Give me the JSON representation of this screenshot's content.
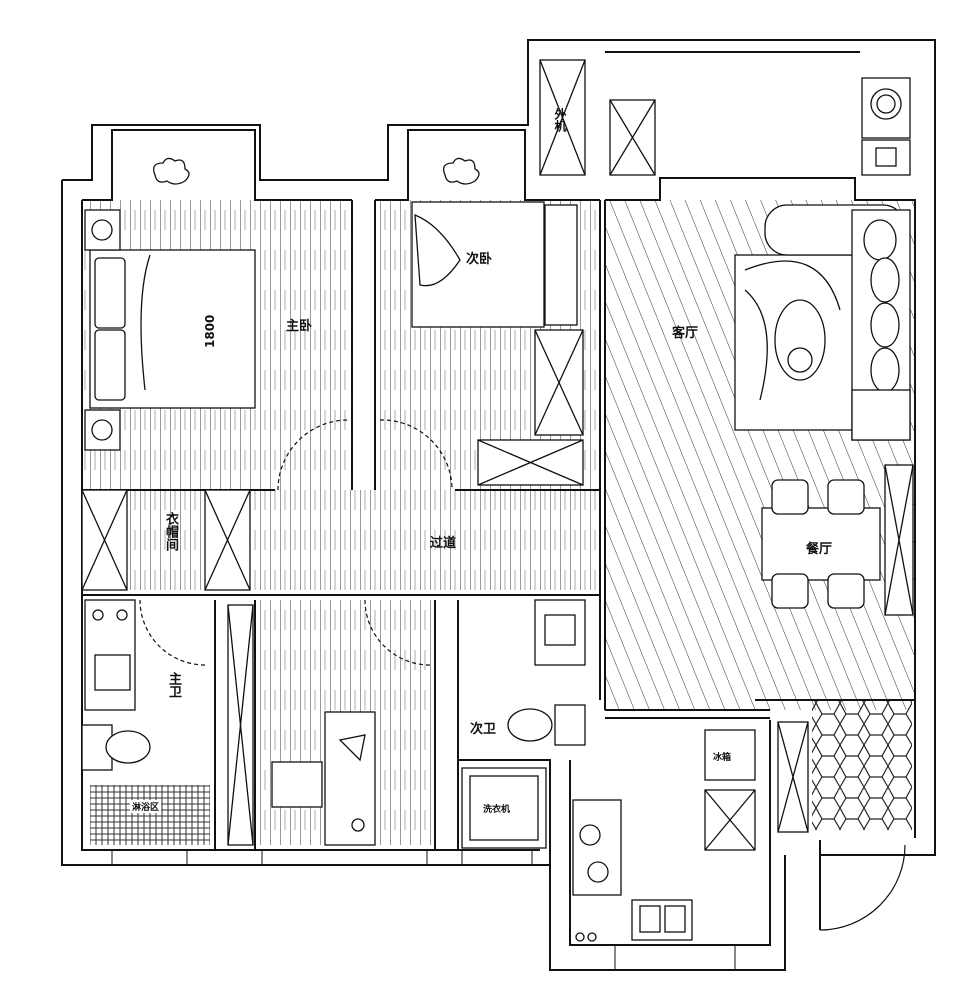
{
  "rooms": {
    "master_bedroom": "主卧",
    "second_bedroom": "次卧",
    "living_room": "客厅",
    "dining_room": "餐厅",
    "corridor": "过道",
    "walk_in_closet": "衣帽间",
    "master_bath": "主卫",
    "second_bath": "次卫",
    "ac_unit": "外机"
  },
  "fixtures": {
    "fridge": "冰箱",
    "washer": "洗衣机",
    "shower": "淋浴区"
  },
  "dimensions": {
    "bed_width": "1800"
  }
}
